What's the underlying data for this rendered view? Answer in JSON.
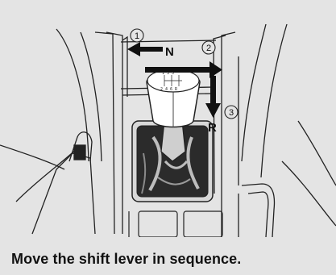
{
  "diagram": {
    "caption": "Move the shift lever in sequence.",
    "steps": [
      {
        "number": "1",
        "glyph": "①"
      },
      {
        "number": "2",
        "glyph": "②"
      },
      {
        "number": "3",
        "glyph": "③"
      }
    ],
    "labels": {
      "neutral": "N",
      "reverse": "R"
    },
    "knob_pattern": {
      "top_row": "1 3 5",
      "bottom_row": "2 4 6 R"
    }
  }
}
